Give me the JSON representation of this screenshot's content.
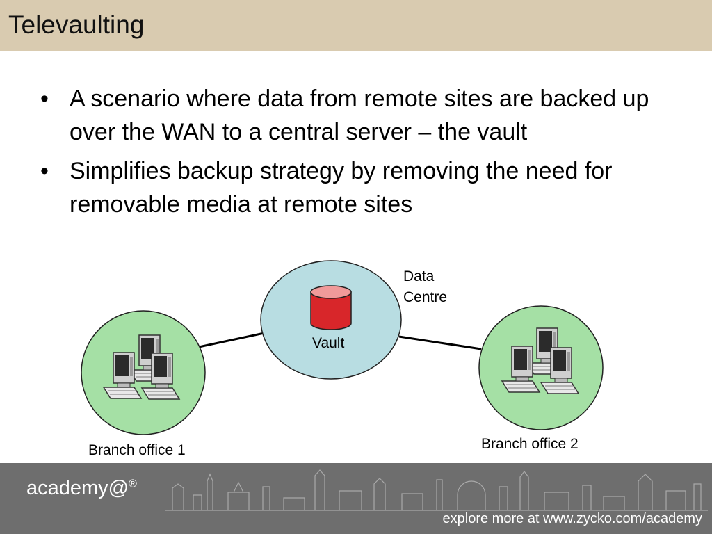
{
  "slide": {
    "title": "Televaulting"
  },
  "bullets": [
    "A scenario where data from remote sites are backed up over the WAN to a central server – the vault",
    "Simplifies backup strategy by removing the need for removable media at remote sites"
  ],
  "diagram": {
    "data_centre_label_1": "Data",
    "data_centre_label_2": "Centre",
    "vault_label": "Vault",
    "branch1_label": "Branch office 1",
    "branch2_label": "Branch office 2",
    "colors": {
      "data_centre_fill": "#b8dde2",
      "branch_fill": "#a5e0a5",
      "vault_red": "#d8262a"
    }
  },
  "footer": {
    "brand": "academy@",
    "brand_mark": "®",
    "link": "explore more at www.zycko.com/academy"
  }
}
